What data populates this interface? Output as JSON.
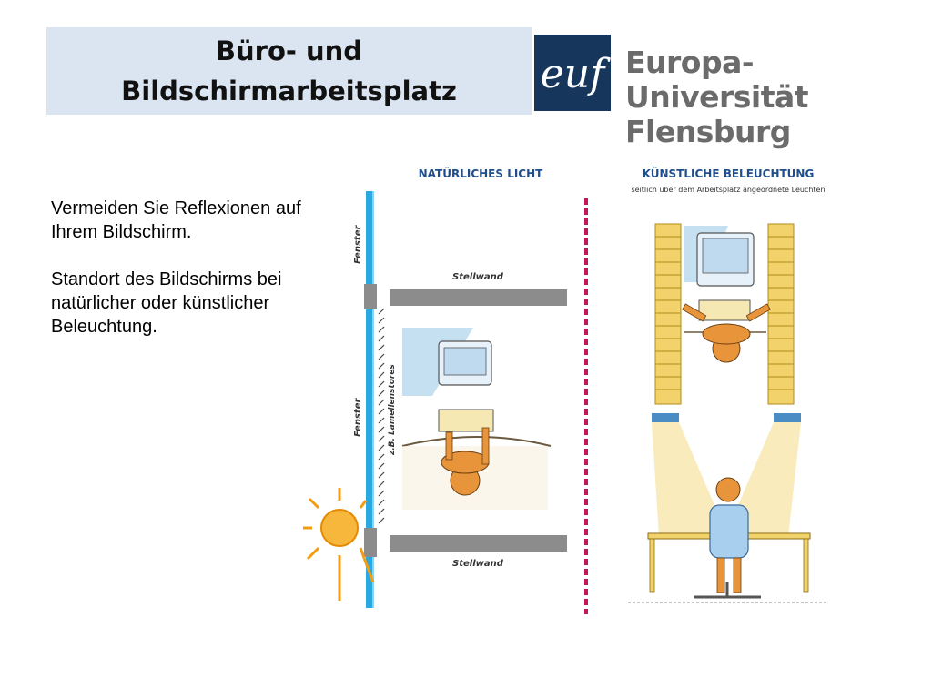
{
  "title": {
    "line1": "Büro- und",
    "line2": "Bildschirmarbeitsplatz"
  },
  "logo": {
    "mark": "euf",
    "line1": "Europa-Universität",
    "line2": "Flensburg"
  },
  "body": {
    "paragraph1": "Vermeiden Sie Reflexionen auf Ihrem Bildschirm.",
    "paragraph2": "Standort des Bildschirms bei natürlicher oder künstlicher Beleuchtung."
  },
  "illustration": {
    "natural_title": "NATÜRLICHES LICHT",
    "artificial_title": "KÜNSTLICHE BELEUCHTUNG",
    "artificial_subtitle": "seitlich über dem Arbeitsplatz angeordnete Leuchten",
    "window_label_top": "Fenster",
    "window_label_bottom": "Fenster",
    "partition_label_top": "Stellwand",
    "partition_label_bottom": "Stellwand",
    "blinds_label": "z.B. Lamellenstores",
    "colors": {
      "window_blue": "#29a9e0",
      "divider_magenta": "#c2185b",
      "lamp_yellow": "#f2d36b",
      "screen_blue": "#9ecbe8",
      "figure_orange": "#e8943a",
      "partition_gray": "#8c8c8c",
      "title_blue": "#1f4e8c"
    }
  }
}
